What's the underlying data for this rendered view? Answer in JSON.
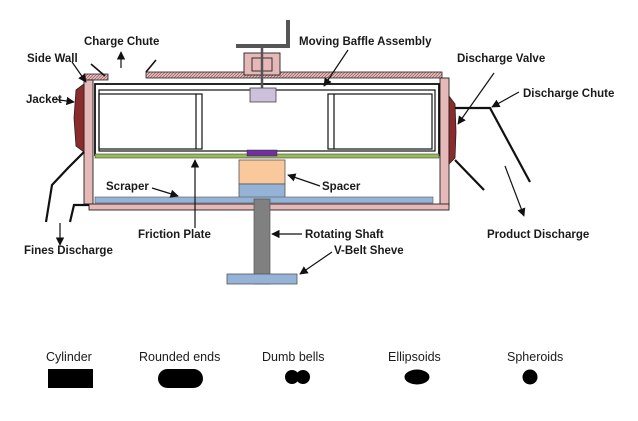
{
  "labels": {
    "charge_chute": "Charge Chute",
    "moving_baffle": "Moving Baffle Assembly",
    "side_wall": "Side Wall",
    "jacket": "Jacket",
    "discharge_valve": "Discharge Valve",
    "discharge_chute": "Discharge Chute",
    "scraper": "Scraper",
    "spacer": "Spacer",
    "friction_plate": "Friction Plate",
    "rotating_shaft": "Rotating Shaft",
    "fines_discharge": "Fines Discharge",
    "product_discharge": "Product Discharge",
    "v_belt_sheve": "V-Belt Sheve"
  },
  "shapes": [
    {
      "key": "cylinder",
      "label": "Cylinder"
    },
    {
      "key": "rounded_ends",
      "label": "Rounded ends"
    },
    {
      "key": "dumb_bells",
      "label": "Dumb bells"
    },
    {
      "key": "ellipsoids",
      "label": "Ellipsoids"
    },
    {
      "key": "spheroids",
      "label": "Spheroids"
    }
  ],
  "colors": {
    "wall": "#e6b9b8",
    "wall_stroke": "#222222",
    "jacket": "#8b2b2b",
    "friction_plate": "#9bbb59",
    "spacer": "#f9c89b",
    "shaft": "#808080",
    "scraper": "#95b3d7",
    "baffle": "#ccc0da",
    "spacer_top": "#7030a0"
  }
}
